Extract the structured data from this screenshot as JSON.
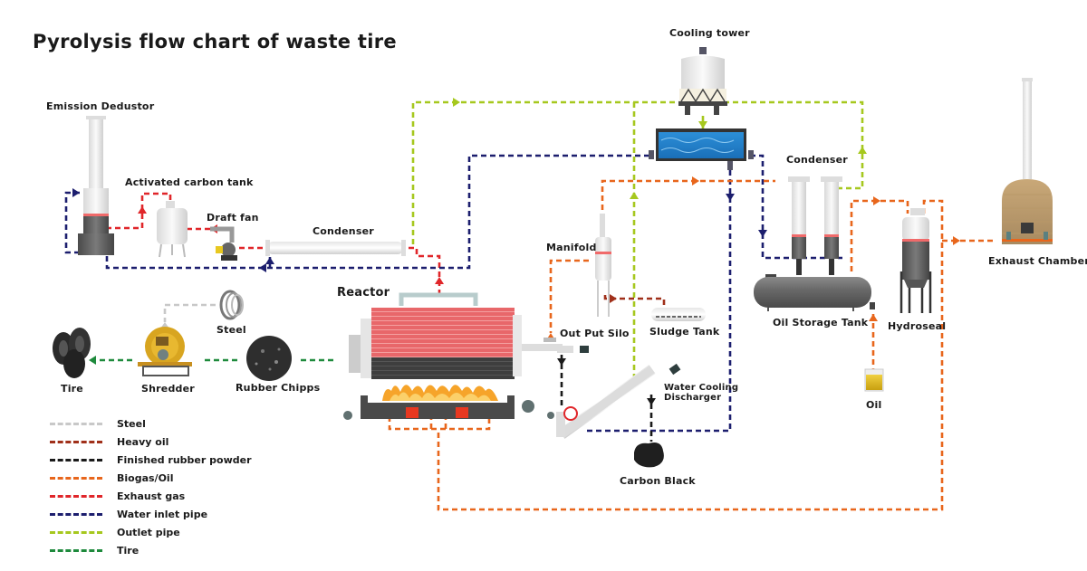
{
  "title": "Pyrolysis flow chart of waste tire",
  "colors": {
    "steel": "#c8c8c8",
    "heavy_oil": "#a0301a",
    "finished_rubber_powder": "#1a1a1a",
    "biogas_oil": "#e8661c",
    "exhaust_gas": "#e0262a",
    "water_inlet": "#1c1e6e",
    "outlet_pipe": "#a6c81e",
    "tire": "#1e8a3c"
  },
  "equipment": {
    "emission_dedustor": "Emission Dedustor",
    "activated_carbon_tank": "Activated carbon tank",
    "draft_fan": "Draft fan",
    "condenser_horizontal": "Condenser",
    "reactor": "Reactor",
    "steel": "Steel",
    "tire": "Tire",
    "shredder": "Shredder",
    "rubber_chipps": "Rubber Chipps",
    "cooling_tower": "Cooling tower",
    "manifold": "Manifold",
    "out_put_silo": "Out Put Silo",
    "sludge_tank": "Sludge Tank",
    "water_cooling_discharger_line1": "Water Cooling",
    "water_cooling_discharger_line2": "Discharger",
    "carbon_black": "Carbon Black",
    "condenser_vertical": "Condenser",
    "oil_storage_tank": "Oil Storage Tank",
    "oil": "Oil",
    "hydroseal": "Hydroseal",
    "exhaust_chamber": "Exhaust Chamber"
  },
  "legend": [
    {
      "key": "steel",
      "label": "Steel"
    },
    {
      "key": "heavy_oil",
      "label": "Heavy oil"
    },
    {
      "key": "finished_rubber_powder",
      "label": "Finished rubber powder"
    },
    {
      "key": "biogas_oil",
      "label": "Biogas/Oil"
    },
    {
      "key": "exhaust_gas",
      "label": "Exhaust gas"
    },
    {
      "key": "water_inlet",
      "label": "Water inlet pipe"
    },
    {
      "key": "outlet_pipe",
      "label": "Outlet pipe"
    },
    {
      "key": "tire",
      "label": "Tire"
    }
  ]
}
